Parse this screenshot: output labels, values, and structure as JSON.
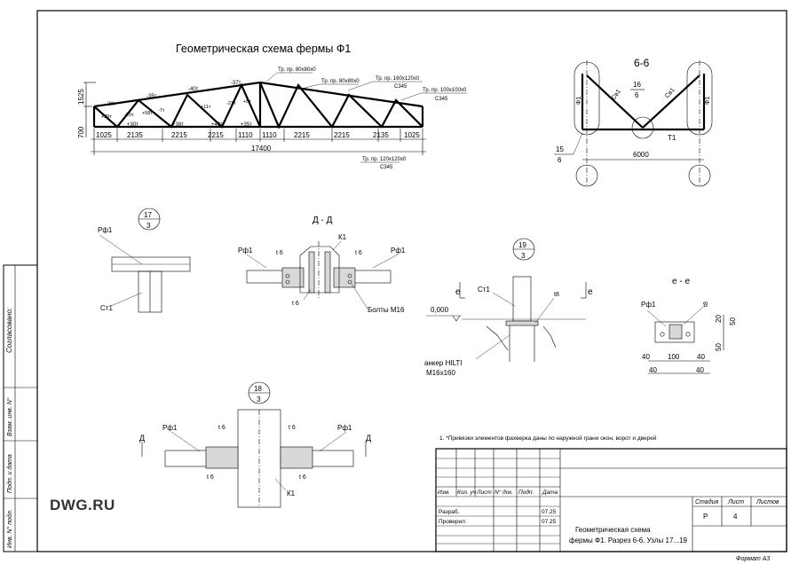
{
  "watermark": "DWG.RU",
  "format_label": "Формат А3",
  "truss": {
    "title": "Геометрическая схема фермы Ф1",
    "top_chord_label": "Тр. пр. 80х80х0",
    "web_label": "Тр. пр. 80х80х0",
    "chord_label": "Тр. пр. 160х120х0",
    "chord_steel": "С345",
    "rod_label": "Тр. пр. 100х100х0",
    "rod_steel": "С345",
    "bottom_label": "Тр. пр. 120х120х0",
    "bottom_steel": "С345",
    "height_top": "1525",
    "height_bottom": "700",
    "spans": [
      "1025",
      "2135",
      "2215",
      "2215",
      "1110",
      "1110",
      "2215",
      "2215",
      "2135",
      "1025"
    ],
    "total": "17400",
    "forces_top": [
      "-20т",
      "-35т",
      "-40т",
      "-37т"
    ],
    "forces_web": [
      "+29т",
      "-20т",
      "+58т",
      "-7т",
      "+11т",
      "-21т",
      "+5т"
    ],
    "forces_bottom": [
      "+30т",
      "+38т",
      "+40т",
      "+35т"
    ]
  },
  "section_66": {
    "title": "6-6",
    "left_label": "Ф1",
    "right_label": "Ф1",
    "brace_left": "Св1",
    "brace_right": "Св1",
    "bottom": "Т1",
    "ratio_num": "16",
    "ratio_den": "6",
    "left_num": "15",
    "left_den": "6",
    "dim": "6000"
  },
  "node17": {
    "num": "17",
    "den": "3",
    "top": "Рф1",
    "post": "Ст1"
  },
  "section_dd": {
    "title": "Д - Д",
    "left": "Рф1",
    "right": "Рф1",
    "t_left": "t 6",
    "t_right": "t 6",
    "top": "К1",
    "t_bottom": "t 6",
    "bolts": "Болты М16"
  },
  "node19": {
    "num": "19",
    "den": "3",
    "cut_left": "е",
    "cut_right": "е",
    "post": "Ст1",
    "plate": "t8",
    "level": "0,000",
    "anchor1": "анкер HILTI",
    "anchor2": "М16х160"
  },
  "section_ee": {
    "title": "е - е",
    "label": "Рф1",
    "t": "t8",
    "dims_bottom": [
      "40",
      "100",
      "40"
    ],
    "dims_bottom2": [
      "40",
      "40"
    ],
    "dims_right": [
      "20",
      "50",
      "50"
    ]
  },
  "node18": {
    "num": "18",
    "den": "3",
    "left": "Рф1",
    "right": "Рф1",
    "t1": "t 6",
    "t2": "t 6",
    "t3": "t 6",
    "t4": "t 6",
    "col": "К1",
    "cut": "Д"
  },
  "note": "1. *Привязки элементов фахверка даны по наружной грани окон, ворот и дверей",
  "side_stamp": [
    "Согласовано:",
    "Взам. инв. N°",
    "Подп. и дата",
    "Инв. N° подл."
  ],
  "title_block": {
    "headers": [
      "Изм.",
      "Кол. уч",
      "Лист",
      "N° док.",
      "Подп.",
      "Дата"
    ],
    "rows": [
      {
        "role": "Разраб.",
        "date": "07.25"
      },
      {
        "role": "Проверил",
        "date": "07.25"
      }
    ],
    "stage_headers": [
      "Стадия",
      "Лист",
      "Листов"
    ],
    "stage": "Р",
    "sheet": "4",
    "sheets": "",
    "name_line1": "Геометрическая схема",
    "name_line2": "фермы Ф1. Разрез 6-6. Узлы 17...19"
  }
}
